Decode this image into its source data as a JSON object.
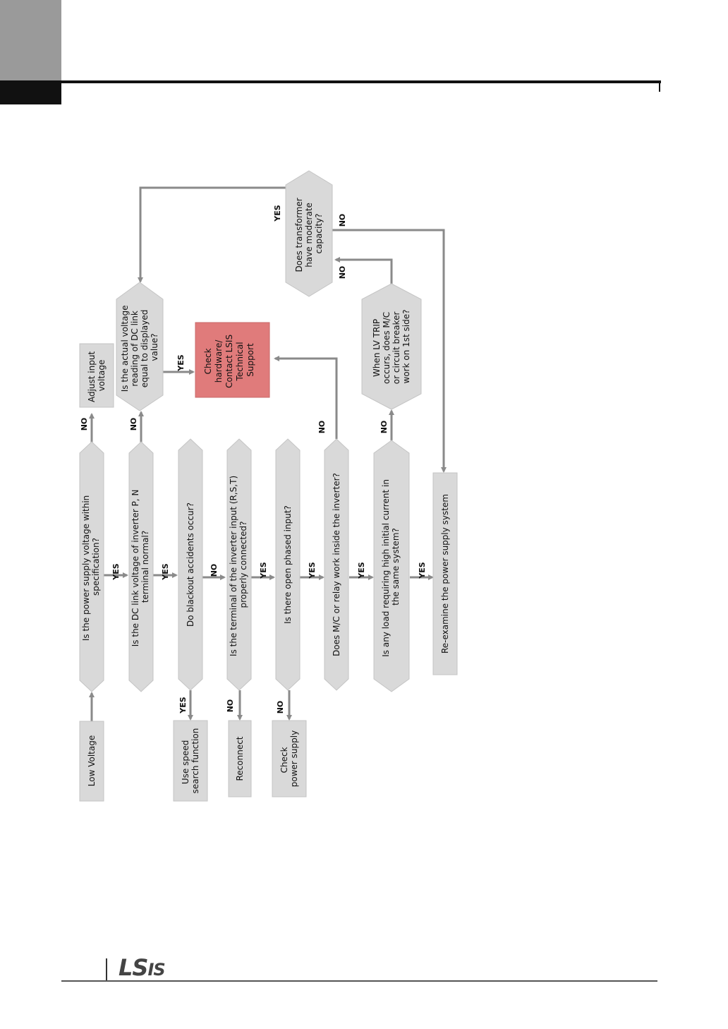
{
  "flowchart": {
    "start": "Low Voltage",
    "q1": [
      "Is the power supply voltage within",
      "specification?"
    ],
    "q2": [
      "Is the DC link voltage of inverter P, N",
      "terminal normal?"
    ],
    "q3": [
      "Do blackout accidents occur?"
    ],
    "q4": [
      "Is the terminal of the  inverter input  (R,S,T)",
      "properly connected?"
    ],
    "q5": [
      "Is there open phased input?"
    ],
    "q6": [
      "Does M/C or relay work inside the inverter?"
    ],
    "q7": [
      "Is any load  requiring high initial  current in",
      "the same system?"
    ],
    "final": [
      "Re-examine the power supply system"
    ],
    "adjust": [
      "Adjust input",
      "voltage"
    ],
    "dc_check": [
      "Is the actual voltage",
      "reading of DC link",
      "equal to displayed",
      "value?"
    ],
    "contact": [
      "Check",
      "hardware/",
      "Contact LSIS",
      "Technical",
      "Support"
    ],
    "lv_trip": [
      "When LV TRIP",
      "occurs, does M/C",
      "or circuit breaker",
      "work on 1st side?"
    ],
    "transformer": [
      "Does transformer",
      "have moderate",
      "capacity?"
    ],
    "speed_search": [
      "Use speed",
      "search function"
    ],
    "reconnect": [
      "Reconnect"
    ],
    "check_power": [
      "Check",
      "power supply"
    ],
    "yes": "YES",
    "no": "NO"
  },
  "footer": {
    "logo": "LSIS"
  },
  "colors": {
    "node": "#d9d9d9",
    "highlight": "#e07b7b",
    "connector": "#8a8a8a"
  }
}
